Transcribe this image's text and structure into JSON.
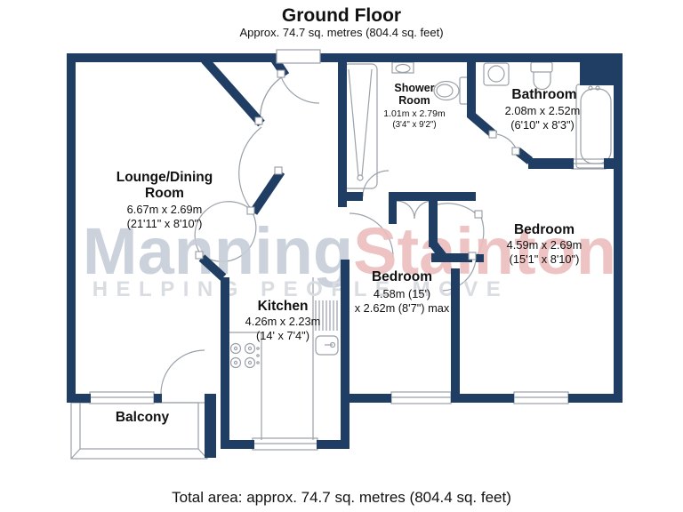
{
  "header": {
    "title": "Ground Floor",
    "subtitle": "Approx. 74.7 sq. metres (804.4 sq. feet)"
  },
  "footer": {
    "total_area": "Total area: approx. 74.7 sq. metres (804.4 sq. feet)"
  },
  "watermark": {
    "word1": "Manning",
    "word2": "Stainton",
    "tagline": "HELPING PEOPLE MOVE",
    "word1_color": "#c7ced9",
    "word2_color": "#edbdbd",
    "tagline_color": "#d9dce1"
  },
  "colors": {
    "wall": "#203d63",
    "fixture_line": "#9aa1a9",
    "text": "#111111"
  },
  "rooms": {
    "lounge": {
      "name_line1": "Lounge/Dining",
      "name_line2": "Room",
      "dims_metric": "6.67m x 2.69m",
      "dims_imperial": "(21'11\" x 8'10\")"
    },
    "shower_room": {
      "name_line1": "Shower",
      "name_line2": "Room",
      "dims_metric": "1.01m x 2.79m",
      "dims_imperial": "(3'4\" x 9'2\")"
    },
    "bathroom": {
      "name": "Bathroom",
      "dims_metric": "2.08m x 2.52m",
      "dims_imperial": "(6'10\" x 8'3\")"
    },
    "bedroom_right": {
      "name": "Bedroom",
      "dims_metric": "4.59m x 2.69m",
      "dims_imperial": "(15'1\" x 8'10\")"
    },
    "bedroom_middle": {
      "name": "Bedroom",
      "dims_line1": "4.58m (15')",
      "dims_line2": "x 2.62m (8'7\") max"
    },
    "kitchen": {
      "name": "Kitchen",
      "dims_metric": "4.26m x 2.23m",
      "dims_imperial": "(14' x 7'4\")"
    },
    "balcony": {
      "name": "Balcony"
    }
  }
}
